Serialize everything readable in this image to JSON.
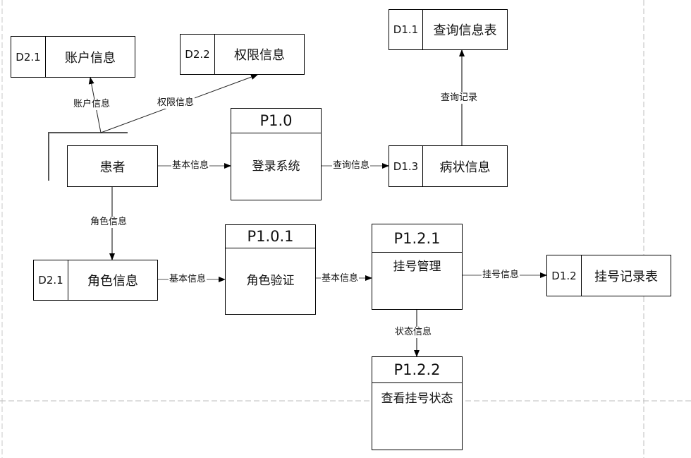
{
  "entity": {
    "name": "患者"
  },
  "stores": [
    {
      "code": "D2.1",
      "name": "账户信息"
    },
    {
      "code": "D2.2",
      "name": "权限信息"
    },
    {
      "code": "D1.1",
      "name": "查询信息表"
    },
    {
      "code": "D1.3",
      "name": "病状信息"
    },
    {
      "code": "D2.1",
      "name": "角色信息"
    },
    {
      "code": "D1.2",
      "name": "挂号记录表"
    }
  ],
  "processes": [
    {
      "id": "P1.0",
      "name": "登录系统"
    },
    {
      "id": "P1.0.1",
      "name": "角色验证"
    },
    {
      "id": "P1.2.1",
      "name": "挂号管理"
    },
    {
      "id": "P1.2.2",
      "name": "查看挂号状态"
    }
  ],
  "flows": [
    {
      "from": "患者",
      "to": "账户信息",
      "label": "账户信息"
    },
    {
      "from": "患者",
      "to": "权限信息",
      "label": "权限信息"
    },
    {
      "from": "患者",
      "to": "登录系统",
      "label": "基本信息"
    },
    {
      "from": "登录系统",
      "to": "病状信息",
      "label": "查询信息"
    },
    {
      "from": "病状信息",
      "to": "查询信息表",
      "label": "查询记录"
    },
    {
      "from": "患者",
      "to": "角色信息",
      "label": "角色信息"
    },
    {
      "from": "角色信息",
      "to": "角色验证",
      "label": "基本信息"
    },
    {
      "from": "角色验证",
      "to": "挂号管理",
      "label": "基本信息"
    },
    {
      "from": "挂号管理",
      "to": "挂号记录表",
      "label": "挂号信息"
    },
    {
      "from": "挂号管理",
      "to": "查看挂号状态",
      "label": "状态信息"
    }
  ]
}
